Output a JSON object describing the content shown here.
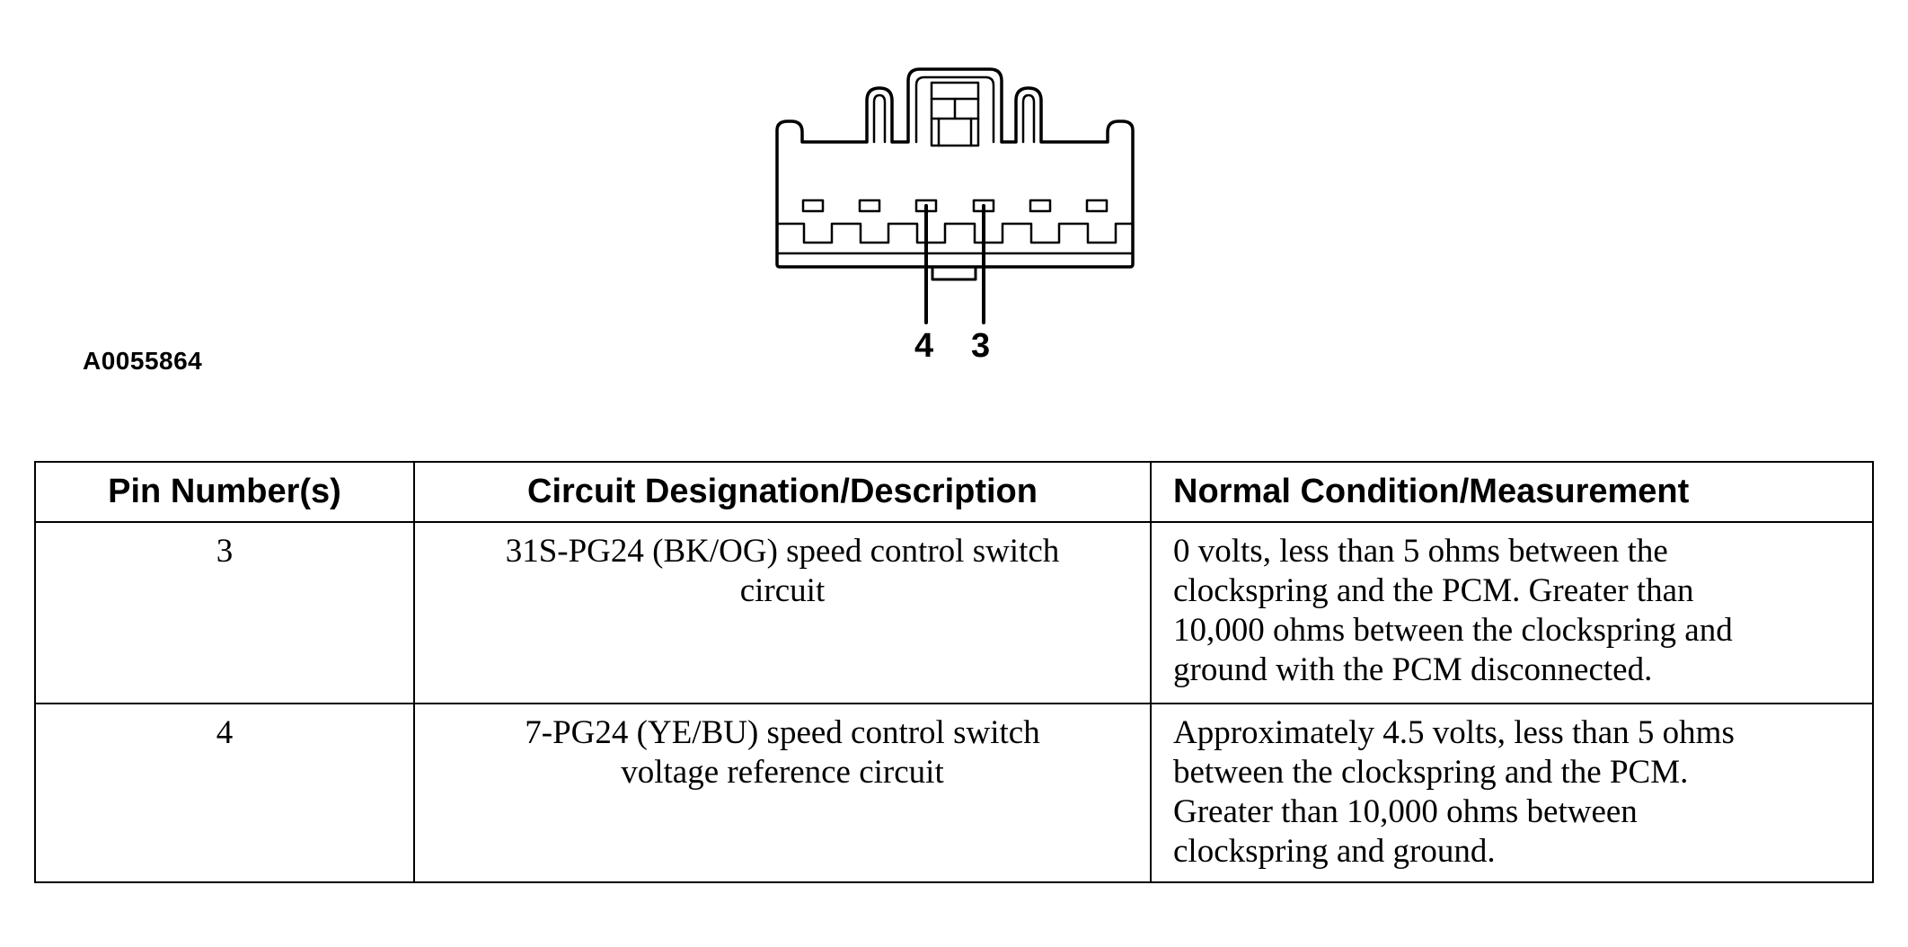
{
  "figure": {
    "id": "A0055864",
    "pin_labels": [
      "4",
      "3"
    ]
  },
  "table": {
    "headers": {
      "pin": "Pin Number(s)",
      "circuit": "Circuit Designation/Description",
      "normal": "Normal Condition/Measurement"
    },
    "rows": [
      {
        "pin": "3",
        "circuit_lines": [
          "31S-PG24 (BK/OG) speed control switch",
          "circuit"
        ],
        "normal_lines": [
          "0 volts, less than 5 ohms between the",
          "clockspring and the PCM. Greater than",
          "10,000 ohms between the clockspring and",
          "ground with the PCM disconnected."
        ]
      },
      {
        "pin": "4",
        "circuit_lines": [
          "7-PG24 (YE/BU) speed control switch",
          "voltage reference circuit"
        ],
        "normal_lines": [
          "Approximately 4.5 volts, less than 5 ohms",
          "between the clockspring and the PCM.",
          "Greater than 10,000 ohms between",
          "clockspring and ground."
        ]
      }
    ]
  }
}
